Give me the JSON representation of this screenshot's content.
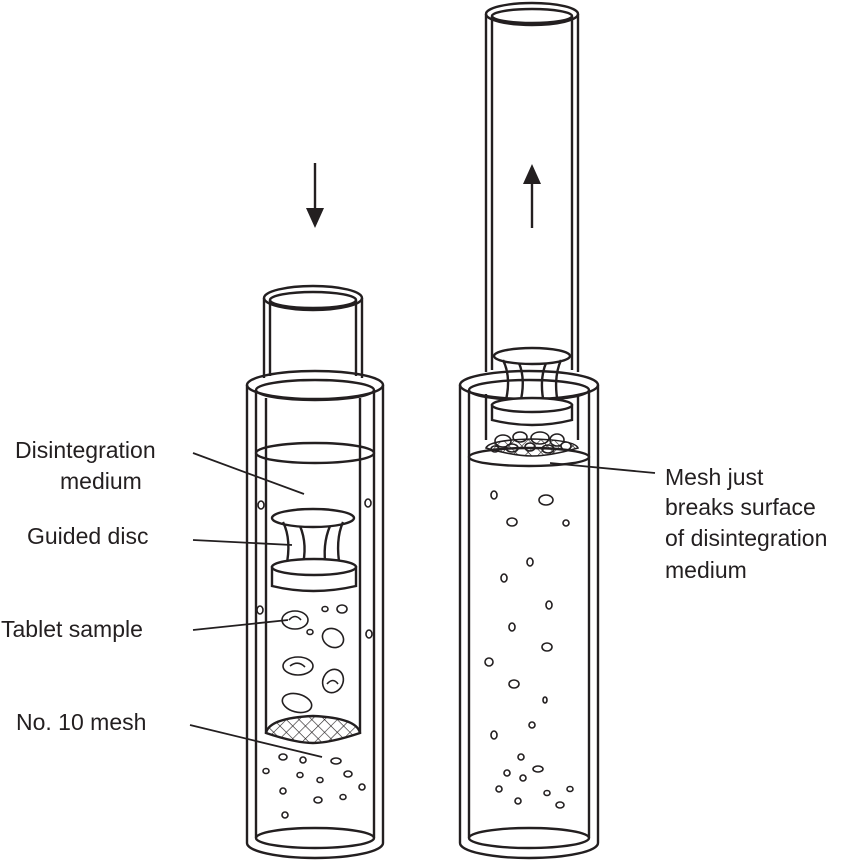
{
  "labels": {
    "disintegration_medium_line1": "Disintegration",
    "disintegration_medium_line2": "medium",
    "guided_disc": "Guided disc",
    "tablet_sample": "Tablet sample",
    "no10_mesh": "No. 10 mesh",
    "mesh_note_line1": "Mesh just",
    "mesh_note_line2": "breaks surface",
    "mesh_note_line3": "of disintegration",
    "mesh_note_line4": "medium"
  },
  "arrows": {
    "left_direction": "down",
    "right_direction": "up"
  },
  "icons": [
    "down-arrow-icon",
    "up-arrow-icon"
  ]
}
